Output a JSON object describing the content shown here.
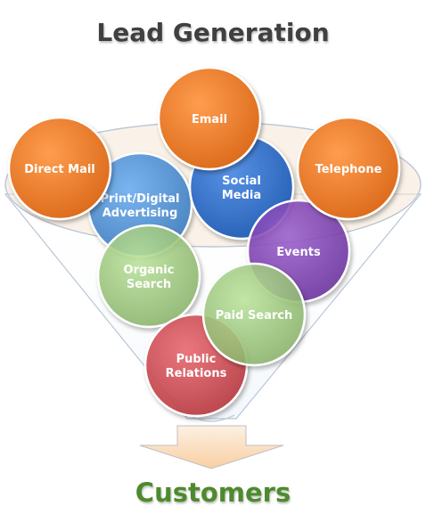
{
  "title": "Lead Generation",
  "result_label": "Customers",
  "colors": {
    "orange": "#ec7a2b",
    "blue_light": "#4f8fd1",
    "blue_dark": "#2f6cc4",
    "purple": "#7a3fae",
    "green": "#9bc47b",
    "red": "#c94b52",
    "title_text": "#404040",
    "result_text": "#4e8a2d",
    "arrow_fill": "#fbe3c8"
  },
  "channels": [
    {
      "id": "direct-mail",
      "lines": [
        "Direct Mail"
      ],
      "color": "orange"
    },
    {
      "id": "email",
      "lines": [
        "Email"
      ],
      "color": "orange"
    },
    {
      "id": "telephone",
      "lines": [
        "Telephone"
      ],
      "color": "orange"
    },
    {
      "id": "print-digital-advertising",
      "lines": [
        "Print/Digital",
        "Advertising"
      ],
      "color": "blue_light"
    },
    {
      "id": "social-media",
      "lines": [
        "Social",
        "Media"
      ],
      "color": "blue_dark"
    },
    {
      "id": "events",
      "lines": [
        "Events"
      ],
      "color": "purple"
    },
    {
      "id": "organic-search",
      "lines": [
        "Organic",
        "Search"
      ],
      "color": "green"
    },
    {
      "id": "paid-search",
      "lines": [
        "Paid Search"
      ],
      "color": "green"
    },
    {
      "id": "public-relations",
      "lines": [
        "Public",
        "Relations"
      ],
      "color": "red"
    }
  ]
}
